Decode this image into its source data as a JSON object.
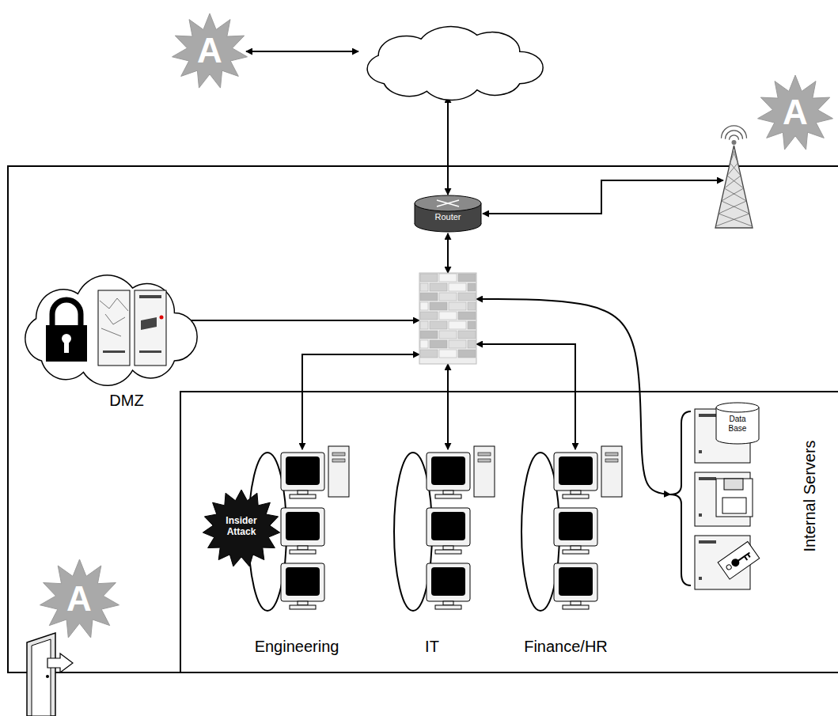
{
  "diagram": {
    "nodes": [
      {
        "text": [
          "A"
        ]
      },
      {
        "text": []
      },
      {
        "text": [
          "A"
        ]
      },
      {
        "text": [
          "Router"
        ]
      },
      {
        "text": []
      },
      {
        "text": [
          "DMZ"
        ]
      },
      {
        "text": []
      },
      {
        "text": [
          "Engineering"
        ]
      },
      {
        "text": [
          "Insider Attack"
        ]
      },
      {
        "text": [
          "IT"
        ]
      },
      {
        "text": [
          "Finance/HR"
        ]
      },
      {
        "text": [
          "Internal Servers"
        ]
      },
      {
        "text": [
          "Data Base"
        ],
        "in": 11
      },
      {
        "text": [
          "A"
        ]
      }
    ],
    "edges": [
      {
        "from": 0,
        "to": 1,
        "arrow": "both"
      },
      {
        "from": 1,
        "to": 3,
        "arrow": "both"
      },
      {
        "from": 3,
        "to": 4,
        "arrow": "both"
      },
      {
        "from": 3,
        "to": 6,
        "arrow": "both"
      },
      {
        "from": 5,
        "to": 6,
        "arrow": "both"
      },
      {
        "from": 6,
        "to": 7,
        "arrow": "both"
      },
      {
        "from": 6,
        "to": 9,
        "arrow": "both"
      },
      {
        "from": 6,
        "to": 10,
        "arrow": "both"
      },
      {
        "from": 6,
        "to": 11,
        "arrow": "both"
      }
    ]
  }
}
